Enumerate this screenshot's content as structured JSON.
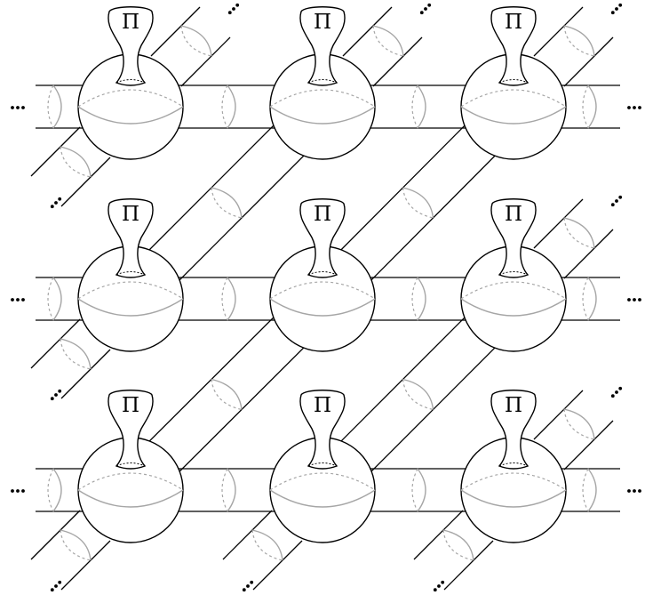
{
  "diagram": {
    "description_free": true,
    "cell_label": "Π",
    "rows": 3,
    "columns": 3,
    "continuation_mark": "…",
    "colors": {
      "line": "#000000",
      "cross_section": "#a6a6a6",
      "background": "#ffffff"
    }
  }
}
